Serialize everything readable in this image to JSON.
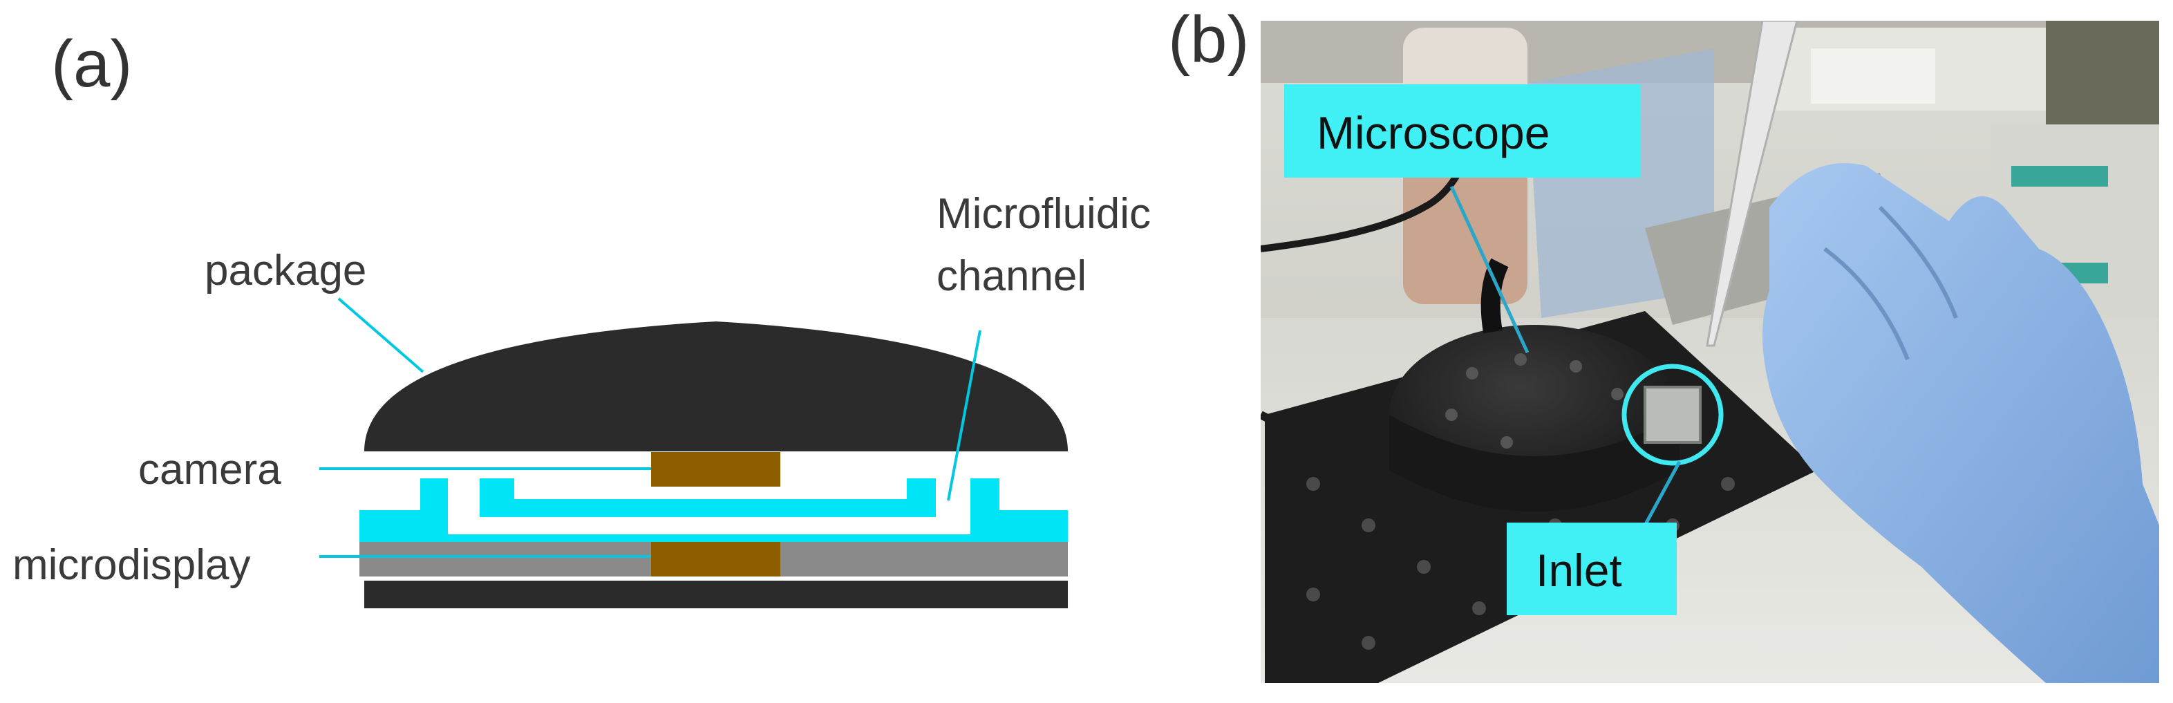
{
  "panel_a": {
    "letter": "(a)",
    "labels": {
      "package": "package",
      "camera": "camera",
      "microdisplay": "microdisplay",
      "channel_line1": "Microfluidic",
      "channel_line2": "channel"
    }
  },
  "panel_b": {
    "letter": "(b)",
    "labels": {
      "microscope": "Microscope",
      "inlet": "Inlet"
    }
  },
  "colors": {
    "package": "#2b2b2b",
    "channel": "#00e5f5",
    "camera": "#8c5e00",
    "display": "#8a8a8a",
    "base": "#2b2b2b",
    "callout_bg": "#40f0f5",
    "leader": "#00c8e0",
    "glove": "#8fb8e8"
  },
  "icons": {
    "inlet_marker": "circle-icon"
  }
}
